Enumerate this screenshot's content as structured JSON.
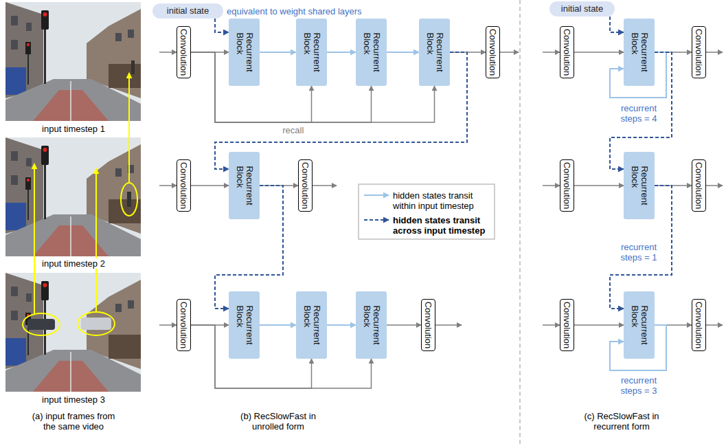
{
  "diagram": {
    "nodes": [
      {
        "text": [
          "initial state"
        ]
      },
      {
        "text": [
          "Convolution"
        ]
      },
      {
        "text": [
          "Recurrent Block"
        ]
      },
      {
        "text": [
          "Recurrent Block"
        ]
      },
      {
        "text": [
          "Recurrent Block"
        ]
      },
      {
        "text": [
          "Recurrent Block"
        ]
      },
      {
        "text": [
          "Convolution"
        ]
      },
      {
        "text": [
          "Convolution"
        ]
      },
      {
        "text": [
          "Recurrent Block"
        ]
      },
      {
        "text": [
          "Convolution"
        ]
      },
      {
        "text": [
          "Convolution"
        ]
      },
      {
        "text": [
          "Recurrent Block"
        ]
      },
      {
        "text": [
          "Recurrent Block"
        ]
      },
      {
        "text": [
          "Recurrent Block"
        ]
      },
      {
        "text": [
          "Convolution"
        ]
      },
      {
        "text": [
          "initial state"
        ]
      },
      {
        "text": [
          "Convolution"
        ]
      },
      {
        "text": [
          "Recurrent Block"
        ]
      },
      {
        "text": [
          "Convolution"
        ]
      },
      {
        "text": [
          "Convolution"
        ]
      },
      {
        "text": [
          "Recurrent Block"
        ]
      },
      {
        "text": [
          "Convolution"
        ]
      },
      {
        "text": [
          "Convolution"
        ]
      },
      {
        "text": [
          "Recurrent Block"
        ]
      },
      {
        "text": [
          "Convolution"
        ]
      }
    ],
    "edges": [
      {
        "from": 0,
        "to": 2,
        "arrow": "to"
      },
      {
        "from": 1,
        "to": 2,
        "arrow": "to"
      },
      {
        "from": 2,
        "to": 3,
        "arrow": "to"
      },
      {
        "from": 3,
        "to": 4,
        "arrow": "to"
      },
      {
        "from": 4,
        "to": 5,
        "arrow": "to"
      },
      {
        "from": 5,
        "to": 6,
        "arrow": "to"
      },
      {
        "from": 1,
        "to": 3,
        "arrow": "to"
      },
      {
        "from": 1,
        "to": 4,
        "label": "recall",
        "arrow": "to"
      },
      {
        "from": 1,
        "to": 5,
        "arrow": "to"
      },
      {
        "from": 5,
        "to": 8,
        "arrow": "to"
      },
      {
        "from": 7,
        "to": 8,
        "arrow": "to"
      },
      {
        "from": 8,
        "to": 9,
        "arrow": "to"
      },
      {
        "from": 8,
        "to": 11,
        "arrow": "to"
      },
      {
        "from": 10,
        "to": 11,
        "arrow": "to"
      },
      {
        "from": 11,
        "to": 12,
        "arrow": "to"
      },
      {
        "from": 12,
        "to": 13,
        "arrow": "to"
      },
      {
        "from": 13,
        "to": 14,
        "arrow": "to"
      },
      {
        "from": 10,
        "to": 12,
        "arrow": "to"
      },
      {
        "from": 10,
        "to": 13,
        "arrow": "to"
      },
      {
        "from": 15,
        "to": 17,
        "arrow": "to"
      },
      {
        "from": 16,
        "to": 17,
        "arrow": "to"
      },
      {
        "from": 17,
        "to": 18,
        "arrow": "to"
      },
      {
        "from": 17,
        "to": 17,
        "arrow": "to"
      },
      {
        "from": 17,
        "to": 20,
        "arrow": "to"
      },
      {
        "from": 19,
        "to": 20,
        "arrow": "to"
      },
      {
        "from": 20,
        "to": 21,
        "arrow": "to"
      },
      {
        "from": 20,
        "to": 23,
        "arrow": "to"
      },
      {
        "from": 22,
        "to": 23,
        "arrow": "to"
      },
      {
        "from": 23,
        "to": 24,
        "arrow": "to"
      },
      {
        "from": 23,
        "to": 23,
        "arrow": "to"
      }
    ],
    "labels": [
      "equivalent to weight shared layers",
      "input timestep 1",
      "input timestep 2",
      "input timestep 3",
      "(a) input frames from the same video",
      "(b) RecSlowFast in unrolled form",
      "(c) RecSlowFast in recurrent form",
      "recurrent steps = 4",
      "recurrent steps = 1",
      "recurrent steps = 3"
    ],
    "legend": [
      {
        "text": "hidden states transit within input timestep"
      },
      {
        "text": "hidden states transit across input timestep"
      }
    ]
  }
}
